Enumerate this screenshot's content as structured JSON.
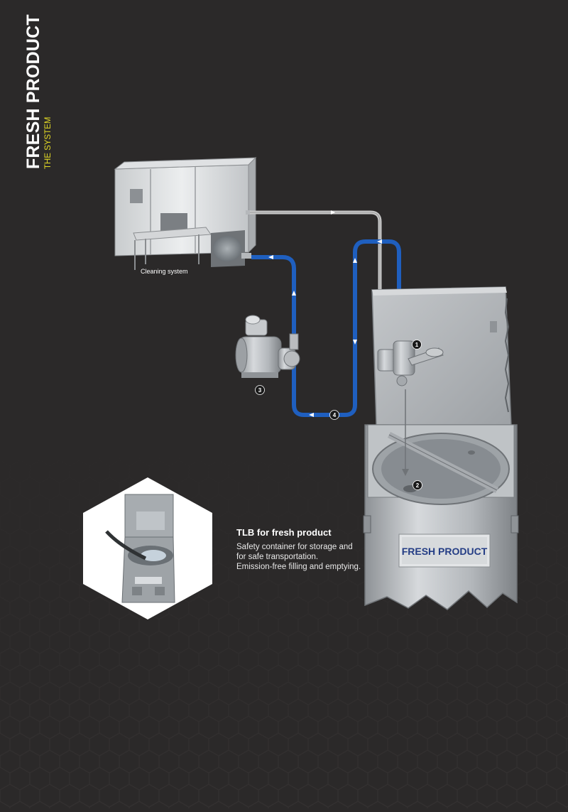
{
  "title": {
    "main": "FRESH PRODUCT",
    "sub": "THE SYSTEM"
  },
  "labels": {
    "cleaning_system": "Cleaning system",
    "container_plate": "FRESH PRODUCT"
  },
  "callouts": [
    "1",
    "2",
    "3",
    "4"
  ],
  "info": {
    "heading": "TLB for fresh product",
    "lines": [
      "Safety container for storage and",
      "for safe transportation.",
      "Emission-free filling and emptying."
    ]
  },
  "colors": {
    "background": "#2b2929",
    "pipe_blue": "#1f5fbf",
    "pipe_grey": "#c9c9c9",
    "subtitle_yellow": "#e6dd25"
  }
}
